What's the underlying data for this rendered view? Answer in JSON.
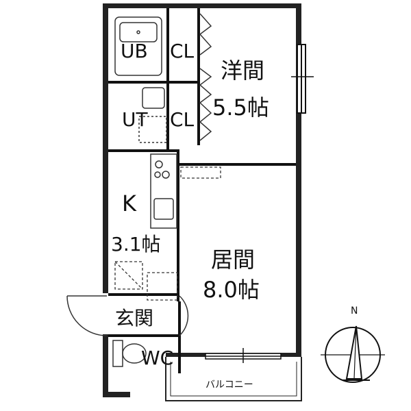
{
  "rooms": {
    "unit_bath": "UB",
    "closet_1": "CL",
    "utility": "UT",
    "closet_2": "CL",
    "western_room": "洋間",
    "western_room_size": "5.5帖",
    "kitchen": "K",
    "kitchen_size": "3.1帖",
    "living_room": "居間",
    "living_room_size": "8.0帖",
    "entrance": "玄関",
    "toilet": "WC",
    "balcony": "バルコニー"
  },
  "compass": {
    "north": "N"
  }
}
